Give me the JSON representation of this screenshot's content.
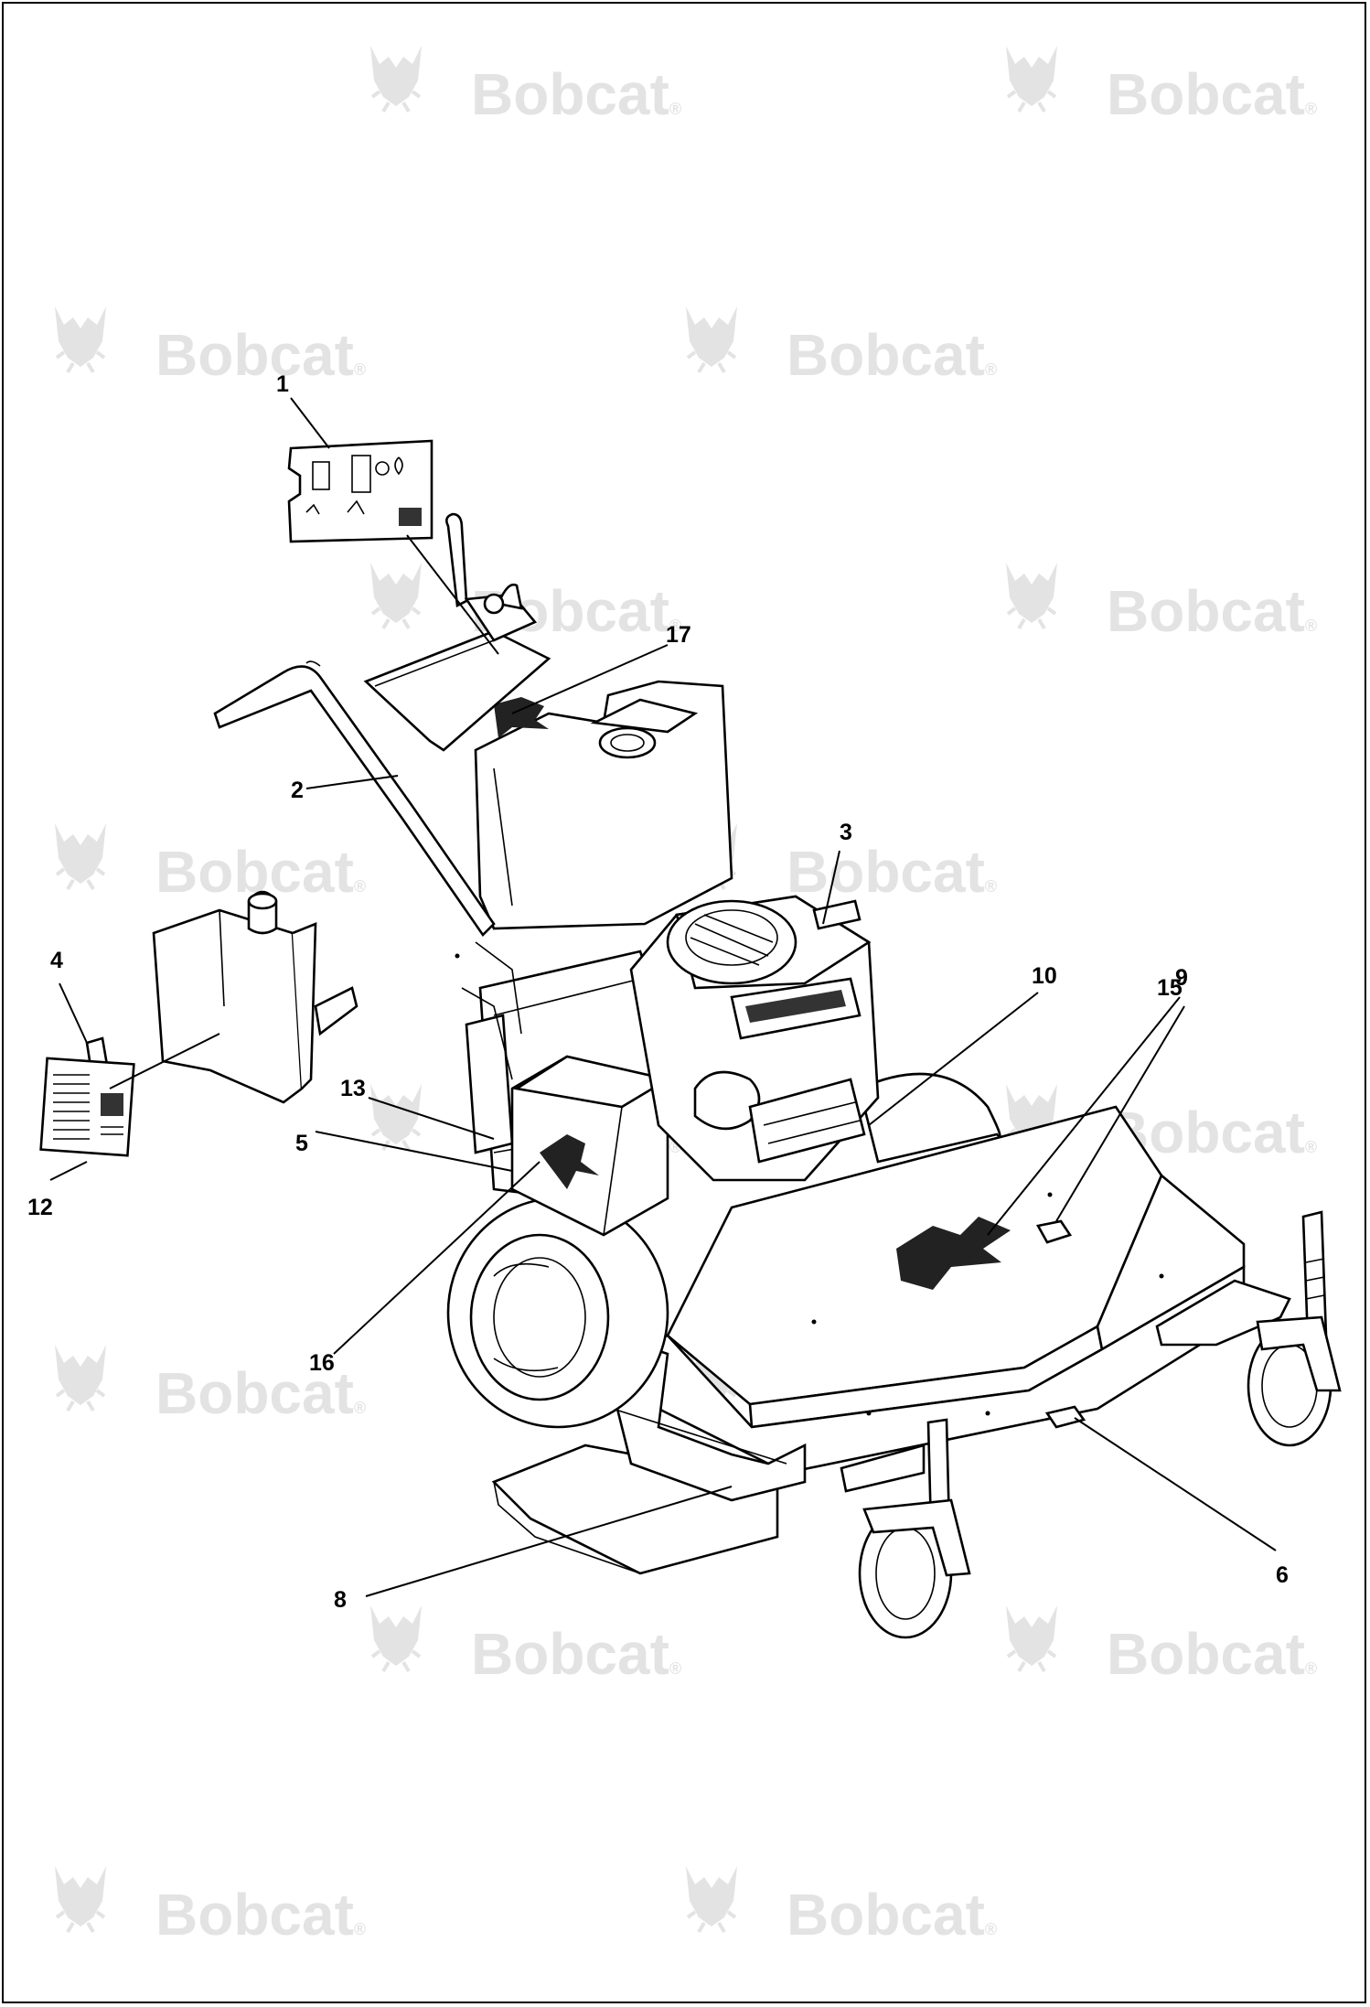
{
  "watermark": {
    "text": "Bobcat",
    "reg": "®",
    "color": "#e3e3e3"
  },
  "callouts": [
    {
      "id": "c1",
      "label": "1"
    },
    {
      "id": "c2",
      "label": "2"
    },
    {
      "id": "c3",
      "label": "3"
    },
    {
      "id": "c4",
      "label": "4"
    },
    {
      "id": "c5",
      "label": "5"
    },
    {
      "id": "c6",
      "label": "6"
    },
    {
      "id": "c8",
      "label": "8"
    },
    {
      "id": "c9",
      "label": "9"
    },
    {
      "id": "c10",
      "label": "10"
    },
    {
      "id": "c12",
      "label": "12"
    },
    {
      "id": "c13",
      "label": "13"
    },
    {
      "id": "c15",
      "label": "15"
    },
    {
      "id": "c16",
      "label": "16"
    },
    {
      "id": "c17",
      "label": "17"
    }
  ],
  "colors": {
    "line": "#000000",
    "background": "#ffffff"
  }
}
